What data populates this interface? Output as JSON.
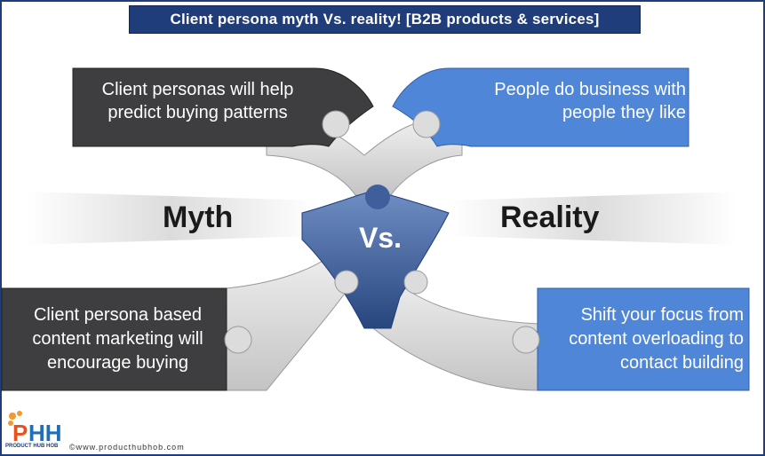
{
  "title": "Client persona myth Vs. reality! [B2B products & services]",
  "myth_label": "Myth",
  "reality_label": "Reality",
  "center_label": "Vs.",
  "myth_items": [
    "Client personas will help predict buying patterns",
    "Client persona based content marketing will encourage buying"
  ],
  "reality_items": [
    "People do business with people they like",
    "Shift your focus from content overloading to contact building"
  ],
  "logo_text": "PHH",
  "logo_subtext": "PRODUCT HUB HOB",
  "copyright": "©www.producthubhob.com",
  "colors": {
    "dark_band": "#3e3e40",
    "blue_band": "#4f86d8",
    "center_piece": "#3c5a95",
    "light_piece": "#dadada",
    "title_bg": "#1f3d7a"
  }
}
